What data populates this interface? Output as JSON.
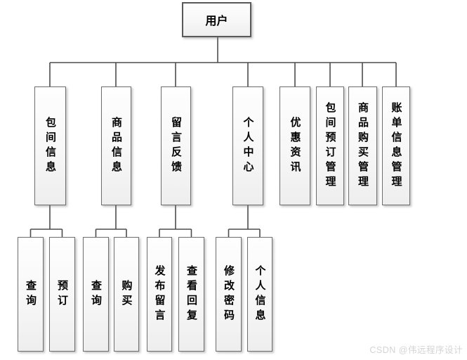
{
  "diagram": {
    "type": "tree",
    "title_node": "用户",
    "root": {
      "label": "用户"
    },
    "branches": [
      {
        "label": "包间信息",
        "children": [
          {
            "label": "查询"
          },
          {
            "label": "预订"
          }
        ]
      },
      {
        "label": "商品信息",
        "children": [
          {
            "label": "查询"
          },
          {
            "label": "购买"
          }
        ]
      },
      {
        "label": "留言反馈",
        "children": [
          {
            "label": "发布留言"
          },
          {
            "label": "查看回复"
          }
        ]
      },
      {
        "label": "个人中心",
        "children": [
          {
            "label": "修改密码"
          },
          {
            "label": "个人信息"
          }
        ]
      },
      {
        "label": "优惠资讯",
        "children": []
      },
      {
        "label": "包间预订管理",
        "children": []
      },
      {
        "label": "商品购买管理",
        "children": []
      },
      {
        "label": "账单信息管理",
        "children": []
      }
    ]
  },
  "watermark": {
    "text": "CSDN @伟远程序设计"
  },
  "colors": {
    "background": "#ffffff",
    "connector_line": "#4d4d4d",
    "box_border": "#6e6e6e",
    "root_border": "#595959",
    "box_fill_top": "#fefefe",
    "box_fill_bottom": "#eeeeee",
    "text": "#000000",
    "watermark_text": "#d4d4d4"
  }
}
